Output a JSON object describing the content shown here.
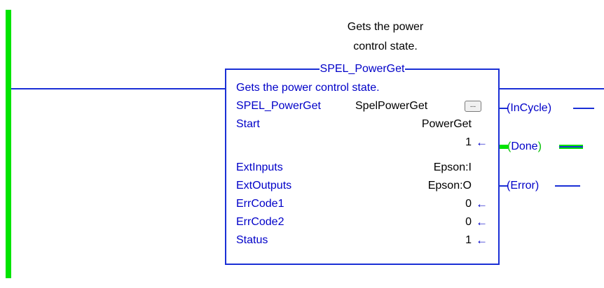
{
  "rung": {
    "comment_line1": "Gets the power",
    "comment_line2": "control state."
  },
  "block": {
    "title": "SPEL_PowerGet",
    "description": "Gets the power control state.",
    "browse_label": "...",
    "rows": [
      {
        "label": "SPEL_PowerGet",
        "value": "SpelPowerGet",
        "arrow": ""
      },
      {
        "label": "Start",
        "value": "PowerGet",
        "arrow": ""
      },
      {
        "label": "",
        "value": "1",
        "arrow": "←"
      },
      {
        "label": "ExtInputs",
        "value": "Epson:I",
        "arrow": ""
      },
      {
        "label": "ExtOutputs",
        "value": "Epson:O",
        "arrow": ""
      },
      {
        "label": "ErrCode1",
        "value": "0",
        "arrow": "←"
      },
      {
        "label": "ErrCode2",
        "value": "0",
        "arrow": "←"
      },
      {
        "label": "Status",
        "value": "1",
        "arrow": "←"
      }
    ]
  },
  "outputs": {
    "incycle": "InCycle",
    "done": "Done",
    "error": "Error"
  },
  "colors": {
    "rail": "#00e400",
    "wire": "#1a2fd6",
    "label": "#0000c8"
  }
}
